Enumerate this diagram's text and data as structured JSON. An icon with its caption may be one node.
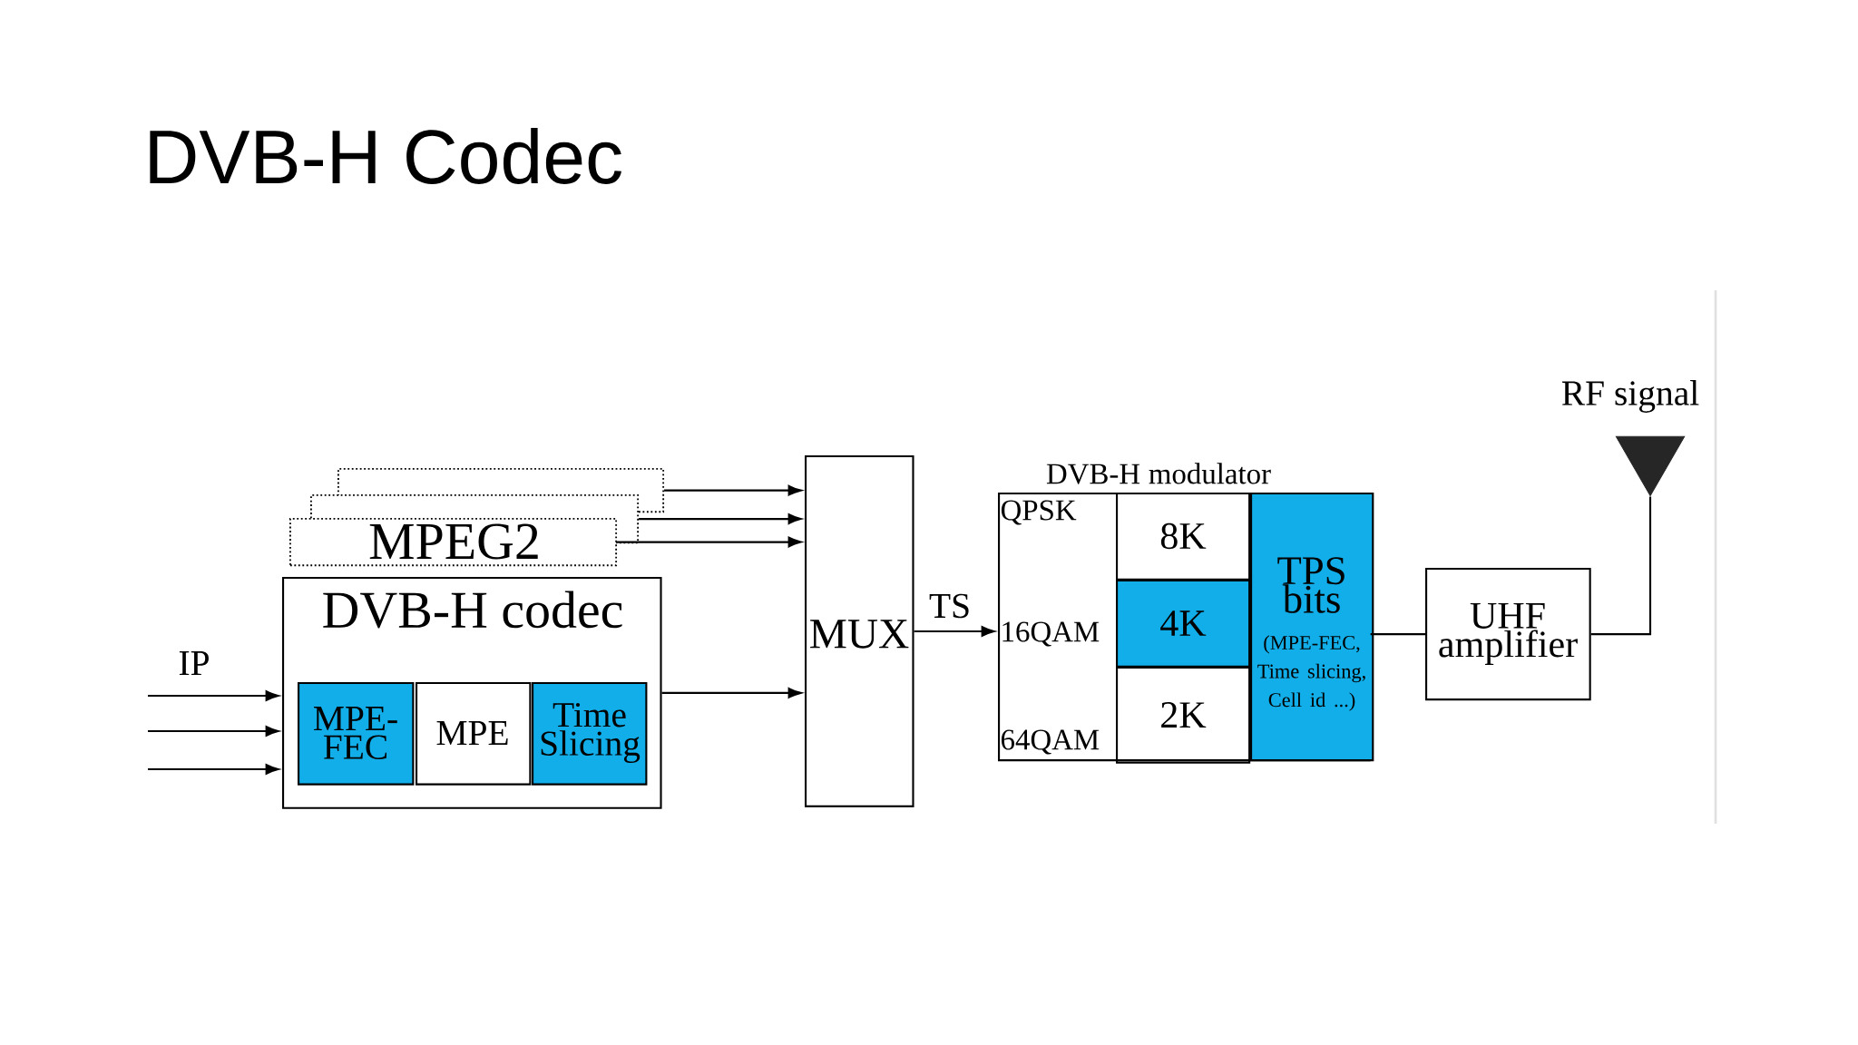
{
  "diagram": {
    "title": "DVB-H Codec",
    "nodes": [
      {
        "text": [],
        "shape": "box"
      },
      {
        "text": [],
        "shape": "box"
      },
      {
        "text": [
          "MPEG2"
        ]
      },
      {
        "text": [
          "DVB-H codec"
        ]
      },
      {
        "text": [
          "MPE- FEC"
        ],
        "in": 3
      },
      {
        "text": [
          "MPE"
        ],
        "in": 3
      },
      {
        "text": [
          "Time Slicing"
        ],
        "in": 3
      },
      {
        "text": [
          "MUX"
        ]
      },
      {
        "text": [
          "DVB-H modulator",
          "QPSK",
          "16QAM",
          "64QAM"
        ]
      },
      {
        "text": [
          "8K"
        ],
        "in": 8
      },
      {
        "text": [
          "4K"
        ],
        "in": 8
      },
      {
        "text": [
          "2K"
        ],
        "in": 8
      },
      {
        "text": [
          "TPS bits",
          "(MPE-FEC, Time slicing, Cell id ...)"
        ],
        "in": 8
      },
      {
        "text": [
          "UHF amplifier"
        ]
      },
      {
        "text": [],
        "shape": "triangle",
        "beside": [
          "RF signal"
        ]
      }
    ],
    "edges": [
      {
        "from": 0,
        "to": 7,
        "arrow": "to"
      },
      {
        "from": 1,
        "to": 7,
        "arrow": "to"
      },
      {
        "from": 2,
        "to": 7,
        "arrow": "to"
      },
      {
        "from": null,
        "to": 3,
        "arrow": "to"
      },
      {
        "from": null,
        "to": 3,
        "arrow": "to"
      },
      {
        "from": null,
        "to": 3,
        "arrow": "to"
      },
      {
        "from": 3,
        "to": 7,
        "arrow": "to"
      },
      {
        "from": 7,
        "to": 8,
        "arrow": "to",
        "label": "TS"
      },
      {
        "from": 8,
        "to": 13,
        "arrow": "none"
      },
      {
        "from": 13,
        "to": 14,
        "arrow": "none"
      }
    ],
    "labels": [
      "IP"
    ]
  }
}
